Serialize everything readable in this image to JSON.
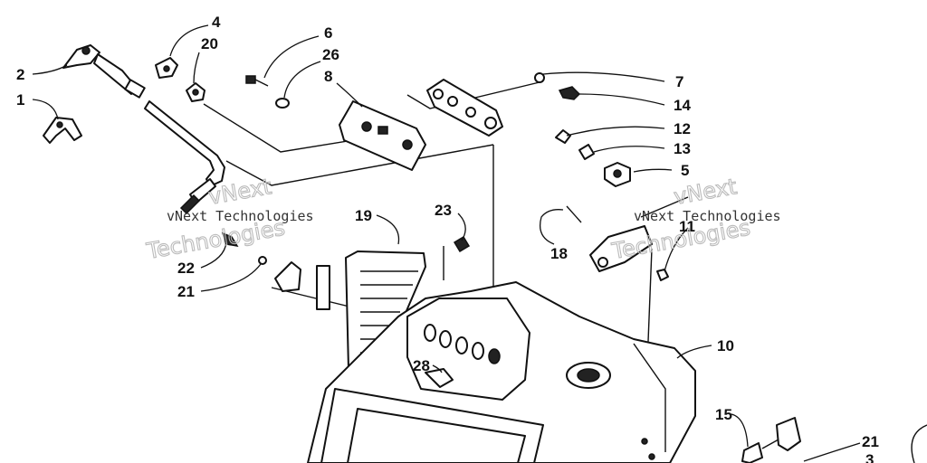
{
  "callouts": [
    {
      "id": "c4",
      "text": "4"
    },
    {
      "id": "c20",
      "text": "20"
    },
    {
      "id": "c6",
      "text": "6"
    },
    {
      "id": "c26",
      "text": "26"
    },
    {
      "id": "c8",
      "text": "8"
    },
    {
      "id": "c2",
      "text": "2"
    },
    {
      "id": "c1",
      "text": "1"
    },
    {
      "id": "c7",
      "text": "7"
    },
    {
      "id": "c14",
      "text": "14"
    },
    {
      "id": "c12",
      "text": "12"
    },
    {
      "id": "c13",
      "text": "13"
    },
    {
      "id": "c5",
      "text": "5"
    },
    {
      "id": "c19",
      "text": "19"
    },
    {
      "id": "c23",
      "text": "23"
    },
    {
      "id": "c22",
      "text": "22"
    },
    {
      "id": "c21a",
      "text": "21"
    },
    {
      "id": "c18",
      "text": "18"
    },
    {
      "id": "c11",
      "text": "11"
    },
    {
      "id": "c10",
      "text": "10"
    },
    {
      "id": "c28",
      "text": "28"
    },
    {
      "id": "c15",
      "text": "15"
    },
    {
      "id": "c21b",
      "text": "21"
    },
    {
      "id": "c3",
      "text": "3"
    }
  ],
  "watermarks": {
    "small_text": "vNext Technologies",
    "big_line1": "vNext",
    "big_line2": "Technologies"
  }
}
